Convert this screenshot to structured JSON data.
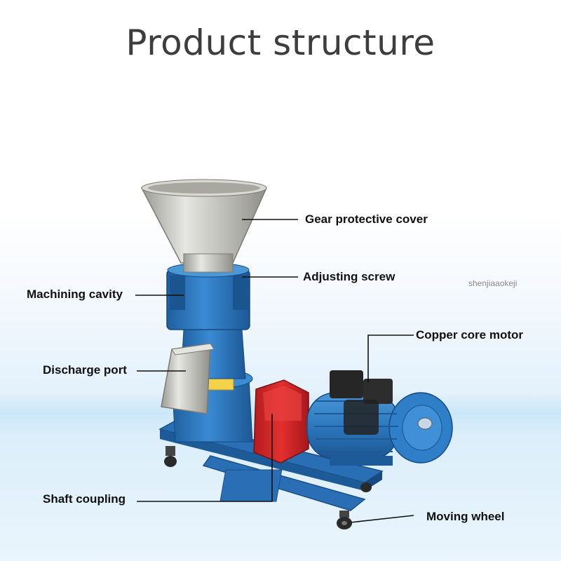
{
  "title": "Product structure",
  "watermark": "shenjiaaokeji",
  "labels": {
    "gear_cover": "Gear protective cover",
    "adjusting_screw": "Adjusting screw",
    "machining_cavity": "Machining cavity",
    "copper_motor": "Copper core motor",
    "discharge_port": "Discharge port",
    "shaft_coupling": "Shaft coupling",
    "moving_wheel": "Moving wheel"
  },
  "colors": {
    "machine_blue": "#2f7fc8",
    "coupling_red": "#d9252a",
    "hopper_steel": "#c9c9c4"
  }
}
